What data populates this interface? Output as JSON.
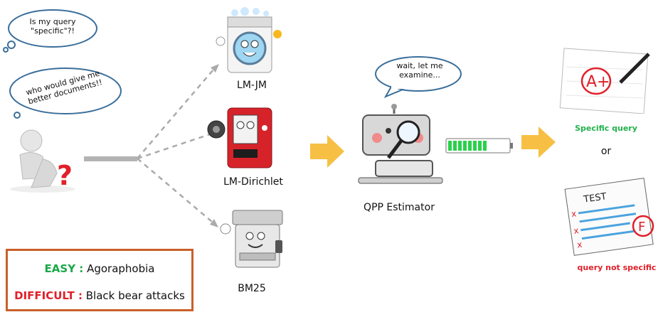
{
  "user": {
    "thought1": "Is my query \"specific\"?!",
    "thought2": "who would give me better documents!!"
  },
  "models": [
    {
      "label": "LM-JM"
    },
    {
      "label": "LM-Dirichlet"
    },
    {
      "label": "BM25"
    }
  ],
  "estimator": {
    "speech": "wait, let me examine...",
    "label": "QPP Estimator"
  },
  "results": {
    "specific": "Specific query",
    "or": "or",
    "not_specific": "query not specific"
  },
  "legend": {
    "easy_label": "EASY :",
    "easy_value": "Agoraphobia",
    "difficult_label": "DIFFICULT :",
    "difficult_value": "Black bear attacks"
  },
  "colors": {
    "arrow": "#f7c044",
    "green": "#22b14c",
    "red": "#e0202a",
    "legend_border": "#c8602a"
  }
}
